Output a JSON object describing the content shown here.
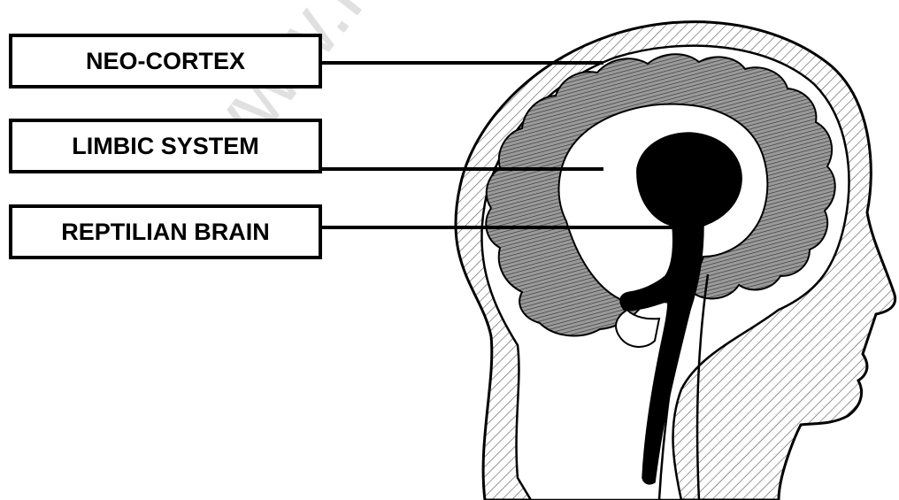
{
  "labels": {
    "neo_cortex": "NEO-CORTEX",
    "limbic_system": "LIMBIC SYSTEM",
    "reptilian_brain": "REPTILIAN BRAIN"
  },
  "watermark": "www.mir",
  "colors": {
    "outline": "#000000",
    "cortex_fill": "#8a8a8a",
    "limbic_fill": "#ffffff",
    "reptilian_fill": "#000000",
    "background": "#ffffff"
  }
}
